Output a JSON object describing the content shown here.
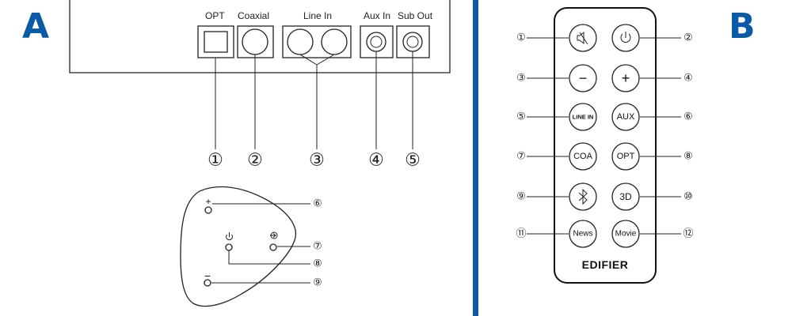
{
  "panels": {
    "a": {
      "letter": "A"
    },
    "b": {
      "letter": "B"
    }
  },
  "colors": {
    "accent": "#0a5aa8",
    "line": "#222222"
  },
  "rear_panel": {
    "ports": [
      {
        "id": "opt",
        "label": "OPT"
      },
      {
        "id": "coaxial",
        "label": "Coaxial"
      },
      {
        "id": "line-in",
        "label": "Line In"
      },
      {
        "id": "aux-in",
        "label": "Aux In"
      },
      {
        "id": "sub-out",
        "label": "Sub Out"
      }
    ],
    "callouts": [
      "①",
      "②",
      "③",
      "④",
      "⑤"
    ]
  },
  "top_panel": {
    "symbols": {
      "plus": "+",
      "minus": "−",
      "input_icon": "input-icon",
      "power_icon": "power-icon"
    },
    "callouts": [
      "⑥",
      "⑦",
      "⑧",
      "⑨"
    ]
  },
  "remote": {
    "brand": "EDIFIER",
    "callouts_left": [
      "①",
      "③",
      "⑤",
      "⑦",
      "⑨",
      "⑪"
    ],
    "callouts_right": [
      "②",
      "④",
      "⑥",
      "⑧",
      "⑩",
      "⑫"
    ],
    "buttons": [
      {
        "id": "mute",
        "icon": "mute-icon",
        "label": ""
      },
      {
        "id": "power",
        "icon": "power-icon",
        "label": ""
      },
      {
        "id": "volume-down",
        "icon": "",
        "label": "−"
      },
      {
        "id": "volume-up",
        "icon": "",
        "label": "+"
      },
      {
        "id": "line-in",
        "icon": "",
        "label": "LINE IN"
      },
      {
        "id": "aux",
        "icon": "",
        "label": "AUX"
      },
      {
        "id": "coaxial",
        "icon": "",
        "label": "COA"
      },
      {
        "id": "optical",
        "icon": "",
        "label": "OPT"
      },
      {
        "id": "bluetooth",
        "icon": "bluetooth-icon",
        "label": ""
      },
      {
        "id": "3d",
        "icon": "",
        "label": "3D"
      },
      {
        "id": "news",
        "icon": "",
        "label": "News"
      },
      {
        "id": "movie",
        "icon": "",
        "label": "Movie"
      }
    ]
  }
}
